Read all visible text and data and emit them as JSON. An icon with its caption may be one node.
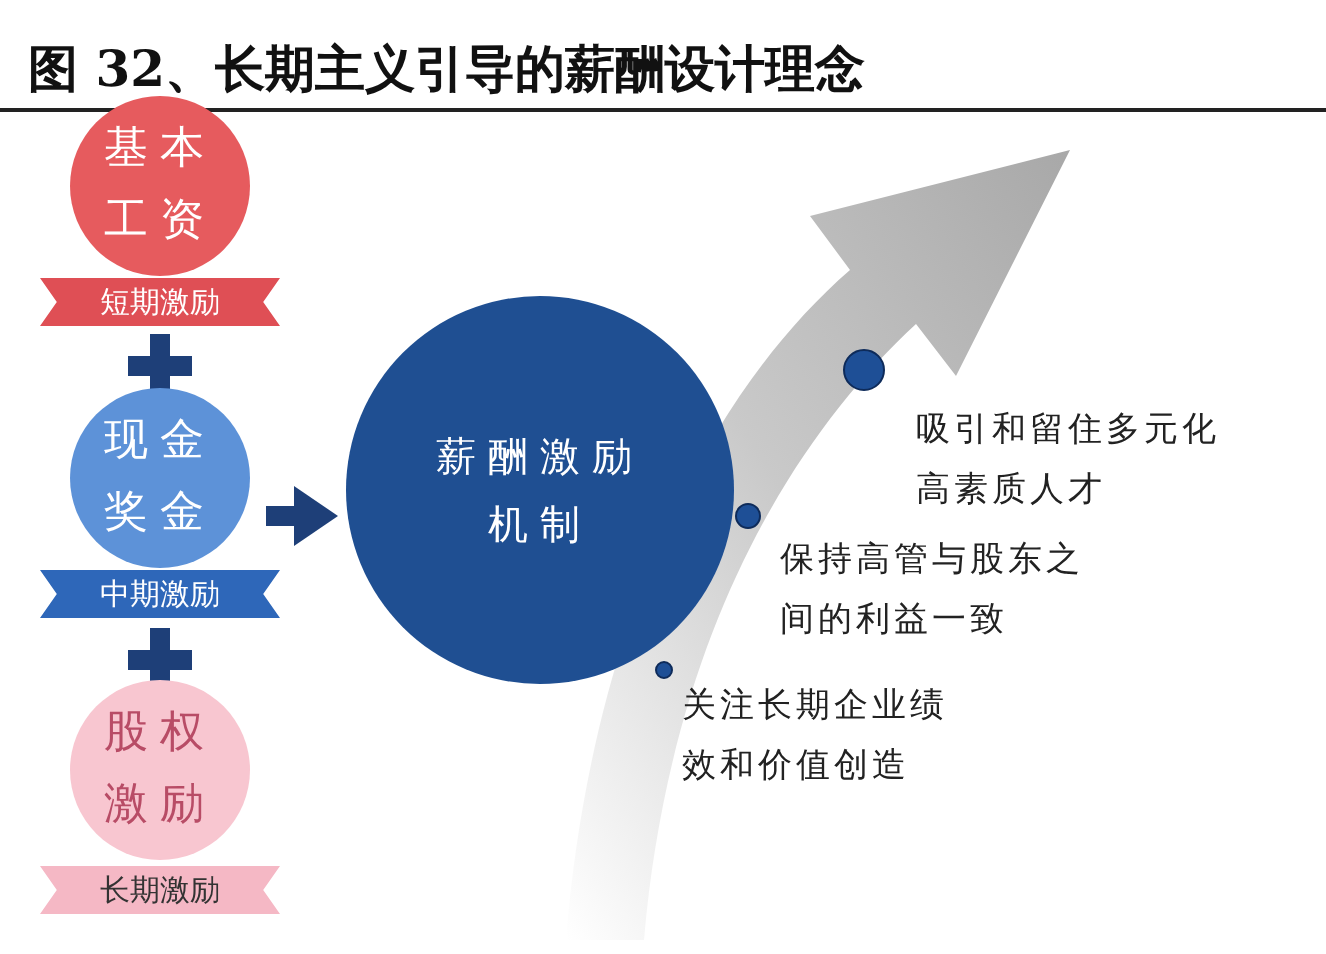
{
  "diagram": {
    "title": "图 32、长期主义引导的薪酬设计理念",
    "nodes": [
      {
        "text": [
          "基本工资"
        ]
      },
      {
        "text": [
          "短期激励"
        ]
      },
      {
        "text": [
          "现金奖金"
        ]
      },
      {
        "text": [
          "中期激励"
        ]
      },
      {
        "text": [
          "股权激励"
        ]
      },
      {
        "text": [
          "长期激励"
        ]
      },
      {
        "text": [
          "薪酬激励机制"
        ]
      }
    ],
    "edges": [
      {
        "from": 2,
        "to": 6,
        "arrow": "to"
      }
    ],
    "labels": [
      "吸引和留住多元化高素质人才",
      "保持高管与股东之间的利益一致",
      "关注长期企业绩效和价值创造"
    ]
  }
}
